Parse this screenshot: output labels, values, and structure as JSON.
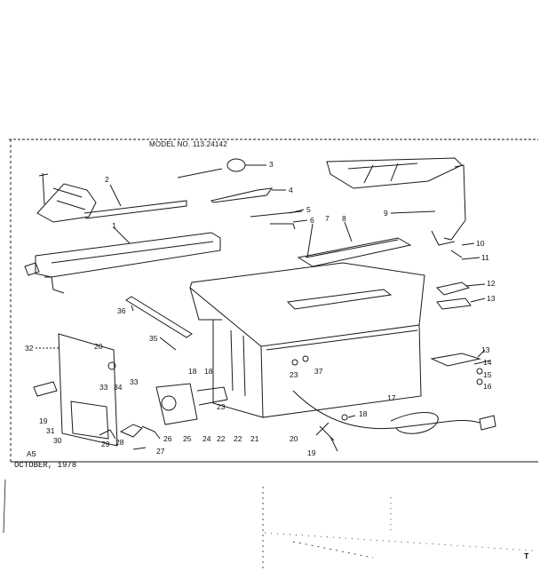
{
  "model_label": "MODEL NO. 113.24142",
  "page_code": "A5",
  "date_text": "OCTOBER, 1978",
  "corner_mark": "T",
  "part_numbers": [
    "1",
    "2",
    "3",
    "4",
    "5",
    "6",
    "7",
    "8",
    "9",
    "10",
    "11",
    "12",
    "13",
    "13",
    "14",
    "15",
    "16",
    "17",
    "18",
    "18",
    "18",
    "19",
    "19",
    "20",
    "20",
    "21",
    "22",
    "22",
    "23",
    "23",
    "24",
    "25",
    "26",
    "27",
    "28",
    "29",
    "30",
    "31",
    "32",
    "33",
    "33",
    "34",
    "35",
    "36",
    "37"
  ]
}
